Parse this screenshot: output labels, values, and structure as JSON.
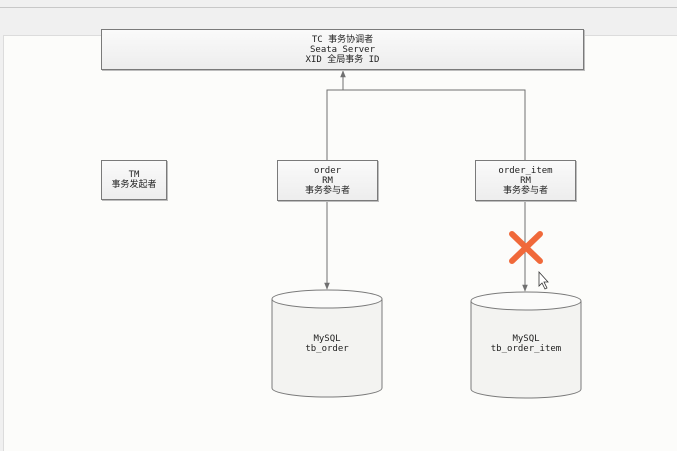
{
  "tc": {
    "line1": "TC 事务协调者",
    "line2": "Seata Server",
    "line3": "XID 全局事务 ID"
  },
  "tm": {
    "line1": "TM",
    "line2": "事务发起者"
  },
  "order_rm": {
    "line1": "order",
    "line2": "RM",
    "line3": "事务参与者"
  },
  "order_item_rm": {
    "line1": "order_item",
    "line2": "RM",
    "line3": "事务参与者"
  },
  "db_order": {
    "line1": "MySQL",
    "line2": "tb_order"
  },
  "db_order_item": {
    "line1": "MySQL",
    "line2": "tb_order_item"
  },
  "colors": {
    "failure_mark": "#f0693a",
    "connector": "#707070"
  },
  "icons": {
    "failure": "cross-mark-icon",
    "pointer": "mouse-cursor-icon"
  }
}
